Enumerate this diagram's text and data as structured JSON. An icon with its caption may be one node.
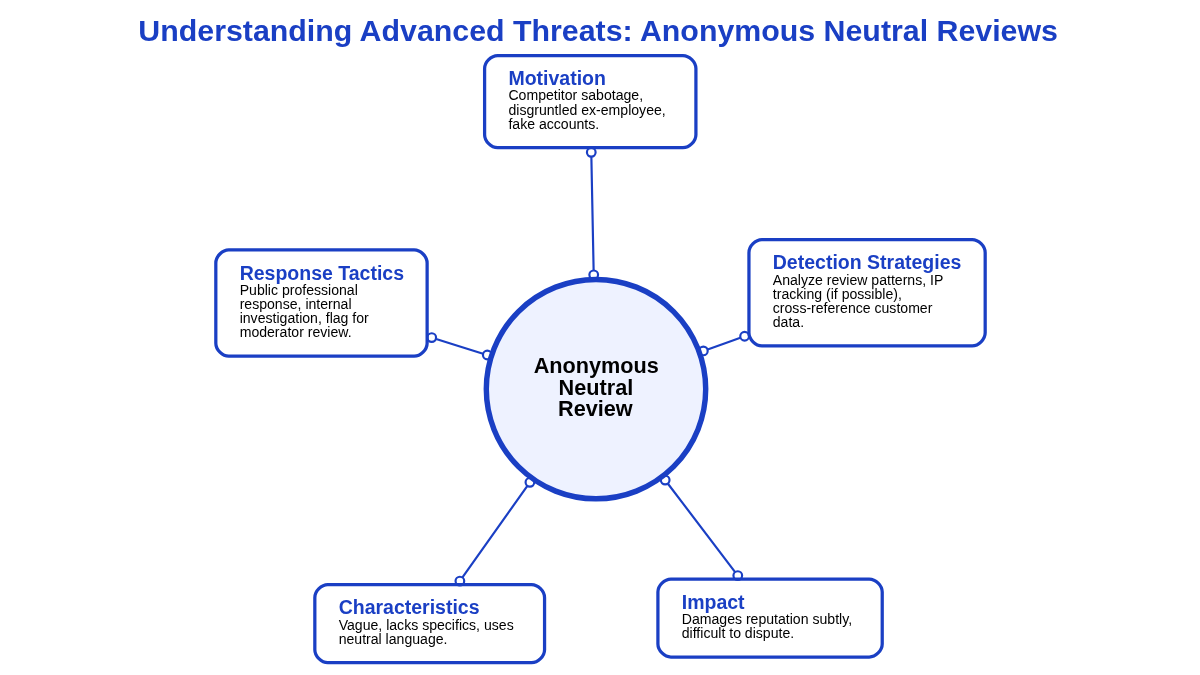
{
  "diagram": {
    "title": "Understanding Advanced Threats: Anonymous Neutral Reviews",
    "nodes": [
      {
        "text": [
          "Characteristics",
          "Vague, lacks specifics, uses neutral language."
        ]
      },
      {
        "text": [
          "Impact",
          "Damages reputation subtly, difficult to dispute."
        ]
      },
      {
        "text": [
          "Anonymous Neutral Review"
        ]
      },
      {
        "text": [
          "Motivation",
          "Competitor sabotage, disgruntled ex-employee, fake accounts."
        ]
      },
      {
        "text": [
          "Detection Strategies",
          "Analyze review patterns, IP tracking (if possible), cross-reference customer data."
        ]
      },
      {
        "text": [
          "Response Tactics",
          "Public professional response, internal investigation, flag for moderator review."
        ]
      }
    ],
    "edges": [
      {
        "from": 2,
        "to": 0,
        "arrow": "other"
      },
      {
        "from": 2,
        "to": 1,
        "arrow": "other"
      },
      {
        "from": 2,
        "to": 3,
        "arrow": "other"
      },
      {
        "from": 2,
        "to": 4,
        "arrow": "other"
      },
      {
        "from": 2,
        "to": 5,
        "arrow": "other"
      }
    ]
  }
}
